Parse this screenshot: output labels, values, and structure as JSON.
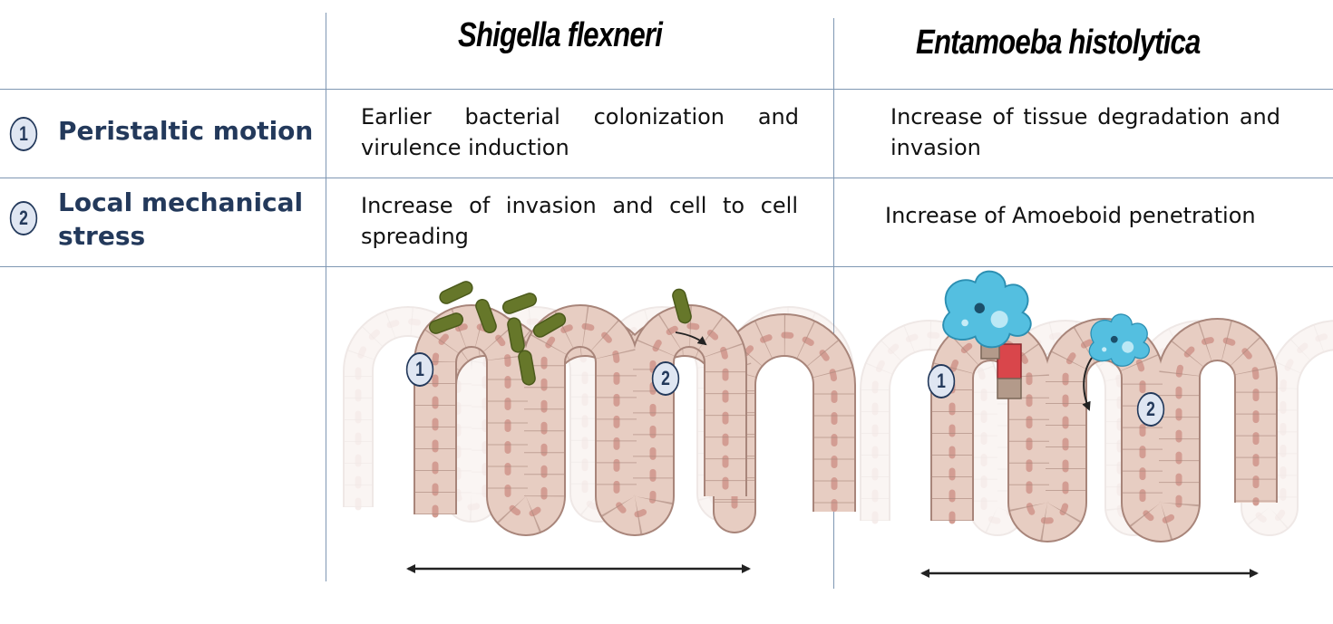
{
  "header": {
    "col1": "Shigella flexneri",
    "col2": "Entamoeba histolytica"
  },
  "rows": [
    {
      "number": "1",
      "label": "Peristaltic motion",
      "shigella": "Earlier bacterial colonization and virulence induction",
      "entamoeba": "Increase of tissue degradation and invasion"
    },
    {
      "number": "2",
      "label": "Local mechanical stress",
      "shigella": "Increase of invasion and cell to cell spreading",
      "entamoeba": "Increase of Amoeboid penetration"
    }
  ],
  "illustration": {
    "shigella_badges": [
      "1",
      "2"
    ],
    "entamoeba_badges": [
      "1",
      "2"
    ],
    "colors": {
      "tissue": "#e7cdc2",
      "tissue_outline": "#a8857a",
      "nucleus": "#d39d93",
      "bacteria": "#66772a",
      "amoeba": "#54bfe0",
      "damaged_cell": "#d9464b",
      "dead_cell": "#b39a8a",
      "grid_line": "#7f97b3",
      "label_text": "#23395b"
    }
  }
}
